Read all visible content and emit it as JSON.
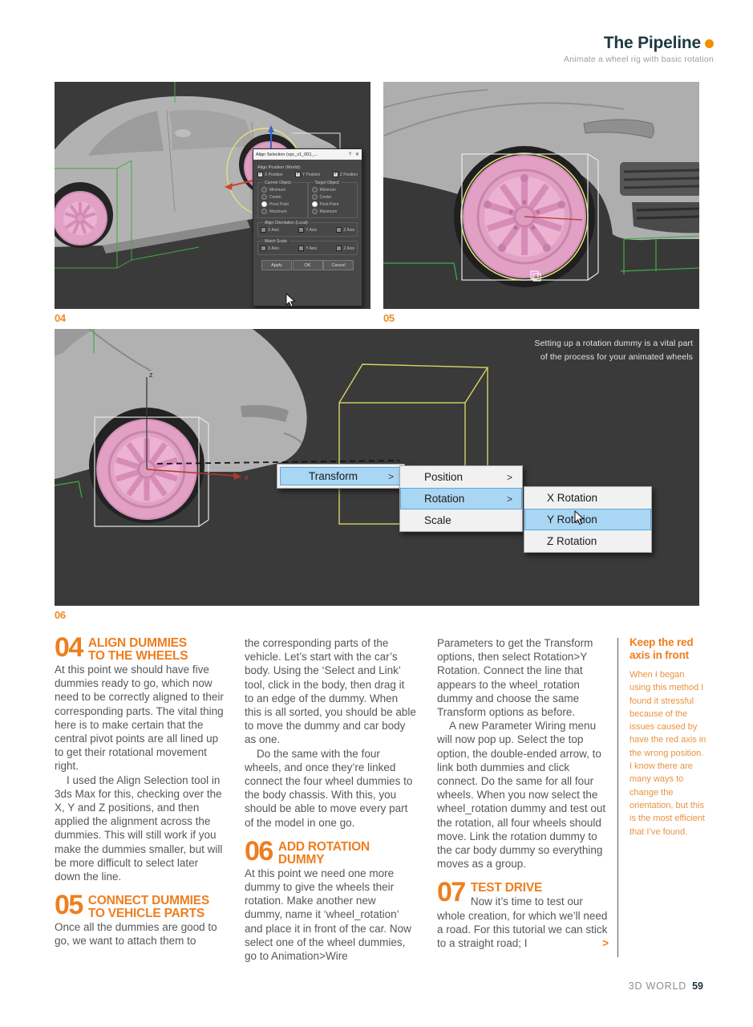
{
  "header": {
    "title": "The Pipeline",
    "subtitle": "Animate a wheel rig with basic rotation"
  },
  "figures": {
    "fig04_label": "04",
    "fig05_label": "05",
    "fig06_label": "06",
    "caption": "Setting up a rotation dummy is a vital part of the process for your animated wheels",
    "axis_z": "z",
    "axis_x": "x"
  },
  "glyphs": {
    "check": "✓",
    "help": "?",
    "close": "✕",
    "more": ">"
  },
  "dialog": {
    "title": "Align Selection (vpc_v1_001_...",
    "align_position_label": "Align Position (World):",
    "pos_checks": [
      "X Position",
      "Y Position",
      "Z Position"
    ],
    "current_object_label": "Current Object:",
    "target_object_label": "Target Object:",
    "radios": [
      "Minimum",
      "Center",
      "Pivot Point",
      "Maximum"
    ],
    "align_orientation_label": "Align Orientation (Local):",
    "axis_checks": [
      "X Axis",
      "Y Axis",
      "Z Axis"
    ],
    "match_scale_label": "Match Scale:",
    "buttons": [
      "Apply",
      "OK",
      "Cancel"
    ]
  },
  "menus": {
    "level1": {
      "label": "Transform",
      "arrow": ">"
    },
    "level2": [
      {
        "label": "Position",
        "arrow": ">"
      },
      {
        "label": "Rotation",
        "arrow": ">"
      },
      {
        "label": "Scale",
        "arrow": ""
      }
    ],
    "level3": [
      {
        "label": "X Rotation"
      },
      {
        "label": "Y Rotation"
      },
      {
        "label": "Z Rotation"
      }
    ]
  },
  "article": {
    "col1": {
      "step04_num": "04",
      "step04_title1": "ALIGN DUMMIES",
      "step04_title2": "TO THE WHEELS",
      "p1": "At this point we should have five dummies ready to go, which now need to be correctly aligned to their corresponding parts. The vital thing here is to make certain that the central pivot points are all lined up to get their rotational movement right.",
      "p2": "I used the Align Selection tool in 3ds Max for this, checking over the X, Y and Z positions, and then applied the alignment across the dummies. This will still work if you make the dummies smaller, but will be more difficult to select later down the line.",
      "step05_num": "05",
      "step05_title1": "CONNECT DUMMIES",
      "step05_title2": "TO VEHICLE PARTS",
      "p3": "Once all the dummies are good to go, we want to attach them to"
    },
    "col2": {
      "p1": "the corresponding parts of the vehicle. Let’s start with the car’s body. Using the ‘Select and Link’ tool, click in the body, then drag it to an edge of the dummy. When this is all sorted, you should be able to move the dummy and car body as one.",
      "p2": "Do the same with the four wheels, and once they’re linked connect the four wheel dummies to the body chassis. With this, you should be able to move every part of the model in one go.",
      "step06_num": "06",
      "step06_title": "ADD ROTATION DUMMY",
      "p3": "At this point we need one more dummy to give the wheels their rotation. Make another new dummy, name it ‘wheel_rotation’ and place it in front of the car. Now select one of the wheel dummies, go to Animation>Wire"
    },
    "col3": {
      "p1": "Parameters to get the Transform options, then select Rotation>Y Rotation. Connect the line that appears to the wheel_rotation dummy and choose the same Transform options as before.",
      "p2": "A new Parameter Wiring menu will now pop up. Select the top option, the double-ended arrow, to link both dummies and click connect. Do the same for all four wheels. When you now select the wheel_rotation dummy and test out the rotation, all four wheels should move. Link the rotation dummy to the car body dummy so everything moves as a group.",
      "step07_num": "07",
      "step07_title": "TEST DRIVE",
      "p3": "Now it’s time to test our whole creation, for which we’ll need a road. For this tutorial we can stick to a straight road; I"
    },
    "sidebar": {
      "title1": "Keep the red",
      "title2": "axis in front",
      "body": "When I began using this method I found it stressful because of the issues caused by have the red axis in the wrong position. I know there are many ways to change the orientation, but this is the most efficient that I’ve found."
    }
  },
  "page": {
    "footer_brand": "3D WORLD",
    "footer_page": "59"
  }
}
